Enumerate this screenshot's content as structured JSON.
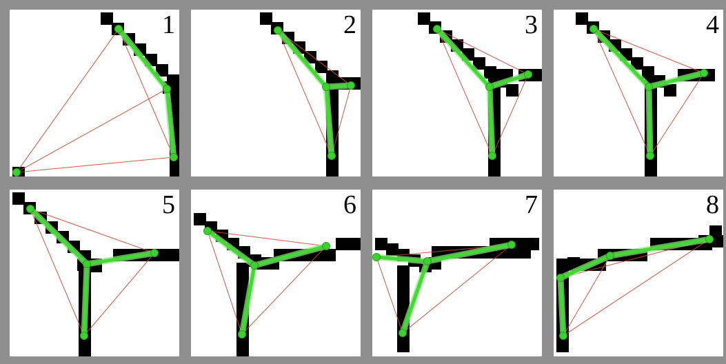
{
  "figure": {
    "panels": [
      {
        "label": "1"
      },
      {
        "label": "2"
      },
      {
        "label": "3"
      },
      {
        "label": "4"
      },
      {
        "label": "5"
      },
      {
        "label": "6"
      },
      {
        "label": "7"
      },
      {
        "label": "8"
      }
    ]
  },
  "colors": {
    "background": "#8f8f8f",
    "panel": "#ffffff",
    "pixels": "#000000",
    "skeleton": "#46d63a",
    "skeleton_light": "#8fe87f",
    "joint": "#3ecf30",
    "triangle": "#c44a33"
  },
  "icons": {
    "joint": "green-circle",
    "pixel": "black-square"
  }
}
